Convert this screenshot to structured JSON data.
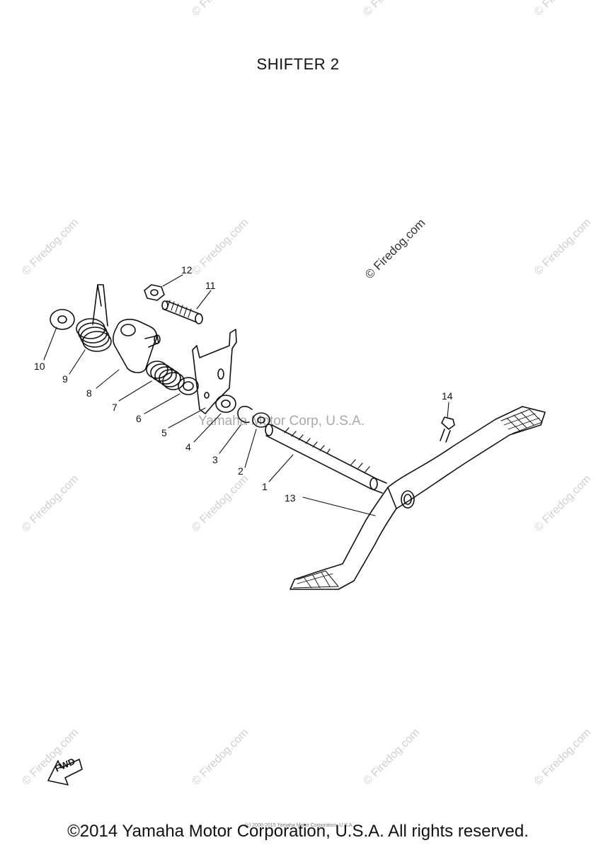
{
  "title": "SHIFTER 2",
  "watermark": "© Firedog.com",
  "center_watermark": "Yamaha Motor Corp, U.S.A.",
  "footer": "©2014 Yamaha Motor Corporation, U.S.A. All rights reserved.",
  "tiny_text": "(c) 2000-2015 Yamaha Motor Corporation, U.S.A.",
  "fwd_label": "FWD",
  "callouts": [
    "1",
    "2",
    "3",
    "4",
    "5",
    "6",
    "7",
    "8",
    "9",
    "10",
    "11",
    "12",
    "13",
    "14"
  ],
  "colors": {
    "ink": "#111111",
    "watermark": "#cfcfcf"
  }
}
